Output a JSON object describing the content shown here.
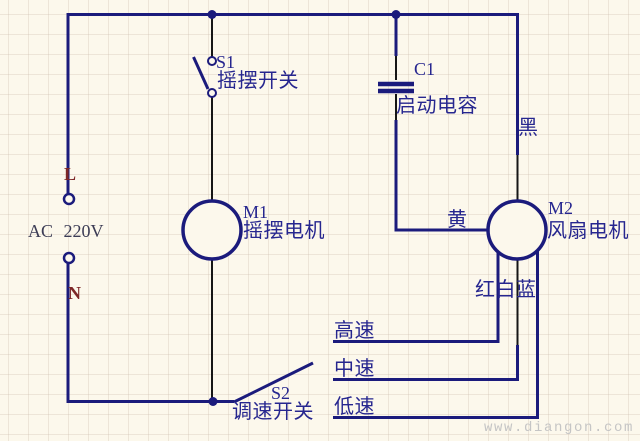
{
  "diagram": {
    "type": "circuit-schematic",
    "background": "#fcf8ec",
    "grid_color": "#cbbaa9",
    "colors": {
      "wire_blue": "#1b1b7c",
      "lead_black": "#161616",
      "label_blue": "#26268f",
      "terminal_maroon": "#7d2727",
      "source_label_color": "#3c3c55",
      "watermark_gray": "#c5c5c5"
    },
    "power": {
      "label": "AC 220V",
      "line_terminal": "L",
      "neutral_terminal": "N"
    },
    "components": {
      "s1": {
        "ref": "S1",
        "name": "摇摆开关"
      },
      "c1": {
        "ref": "C1",
        "name": "启动电容"
      },
      "m1": {
        "ref": "M1",
        "name": "摇摆电机"
      },
      "m2": {
        "ref": "M2",
        "name": "风扇电机"
      },
      "s2": {
        "ref": "S2",
        "name": "调速开关"
      }
    },
    "wire_labels": {
      "black": "黑",
      "yellow": "黄",
      "red_white_blue": "红白蓝"
    },
    "speed_taps": {
      "high": "高速",
      "medium": "中速",
      "low": "低速"
    },
    "watermark": "www.diangon.com"
  }
}
